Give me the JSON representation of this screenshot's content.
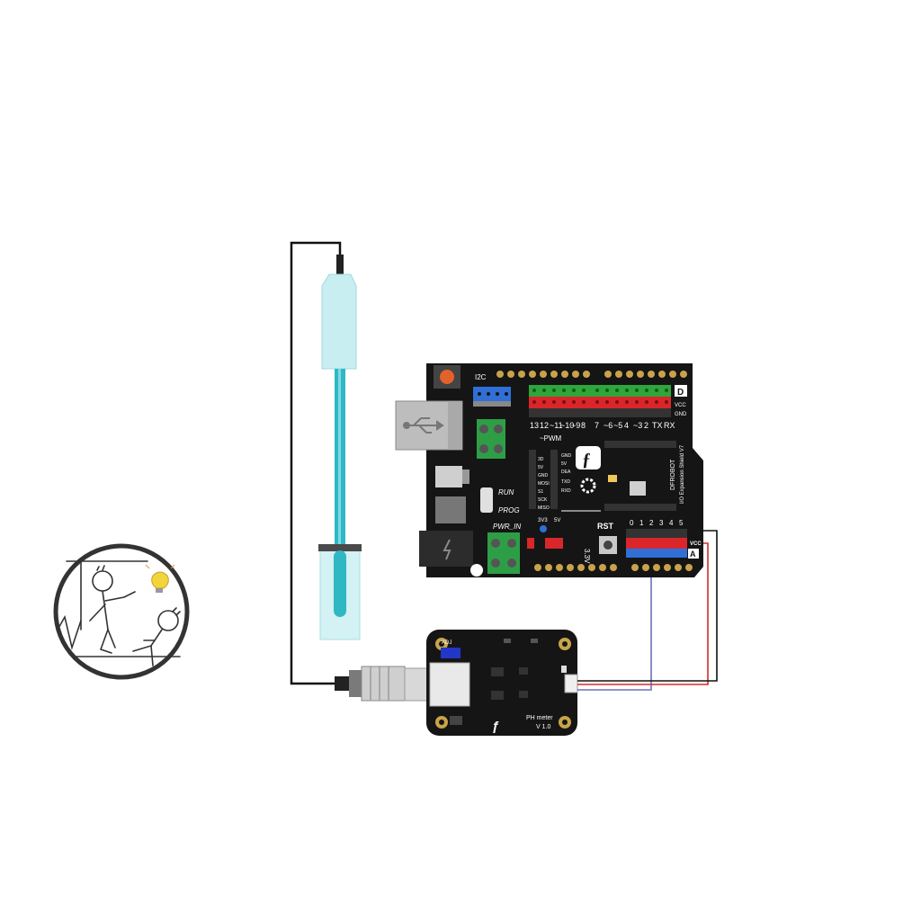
{
  "board": {
    "i2c_label": "I2C",
    "digital_pin_labels": [
      "13",
      "12",
      "~11",
      "~10",
      "~9",
      "8",
      "7",
      "~6",
      "~5",
      "4",
      "~3",
      "2",
      "TX",
      "RX"
    ],
    "pwm_label": "~PWM",
    "row_labels": {
      "d": "D",
      "vcc": "VCC",
      "gnd": "GND",
      "a": "A",
      "vcc2": "VCC"
    },
    "run_label": "RUN",
    "prog_label": "PROG",
    "pwr_in_label": "PWR_IN",
    "rst_label": "RST",
    "volt_3v3": "3V3",
    "volt_5v": "5V",
    "volt_side": "3.3V",
    "header_labels": [
      "GND",
      "5V",
      "DEA",
      "TXD",
      "RXD"
    ],
    "header_labels_left": [
      "3D",
      "5V",
      "GND",
      "MOSI",
      "S1",
      "SCK",
      "MISO"
    ],
    "analog_pin_labels": [
      "0",
      "1",
      "2",
      "3",
      "4",
      "5"
    ],
    "brand_text": "DFROBOT",
    "brand_sub": "I/O Expansion Shield V7"
  },
  "ph_module": {
    "name": "PH meter",
    "version": "V 1.0",
    "pot_label": "ADJ"
  },
  "colors": {
    "board": "#151515",
    "header_green": "#2fa63a",
    "header_red": "#d9262a",
    "header_blue": "#2f6fd6",
    "probe_cap": "#c8eef1",
    "probe_tube": "#2fb8c3",
    "wire_red": "#d62a2a",
    "wire_blue": "#6d6fb8",
    "wire_black": "#111111",
    "bulb": "#f2d43b"
  },
  "icons": [
    "usb-icon",
    "dfrobot-logo-icon",
    "lightbulb-icon",
    "power-icon"
  ]
}
